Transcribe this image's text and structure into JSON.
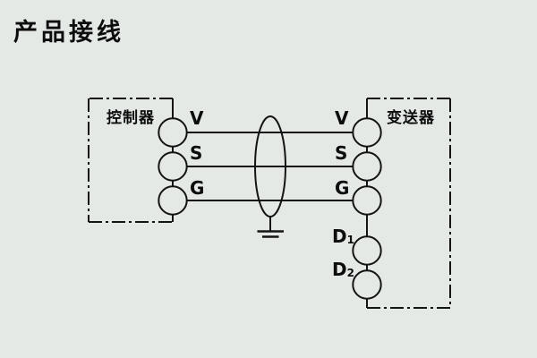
{
  "title": "产品接线",
  "colors": {
    "background": "#e4e9e6",
    "line": "#141414",
    "text": "#0d0d0d"
  },
  "diagram": {
    "left_box": {
      "label": "控制器",
      "terminals": [
        {
          "label": "V"
        },
        {
          "label": "S"
        },
        {
          "label": "G"
        }
      ]
    },
    "right_box": {
      "label": "变送器",
      "terminals": [
        {
          "label": "V"
        },
        {
          "label": "S"
        },
        {
          "label": "G"
        },
        {
          "label": "D",
          "sub": "1"
        },
        {
          "label": "D",
          "sub": "2"
        }
      ]
    },
    "connections": [
      {
        "from": "V",
        "to": "V"
      },
      {
        "from": "S",
        "to": "S"
      },
      {
        "from": "G",
        "to": "G"
      }
    ],
    "symbols": [
      "cable-shield-ellipse",
      "earth-ground-symbol"
    ]
  }
}
